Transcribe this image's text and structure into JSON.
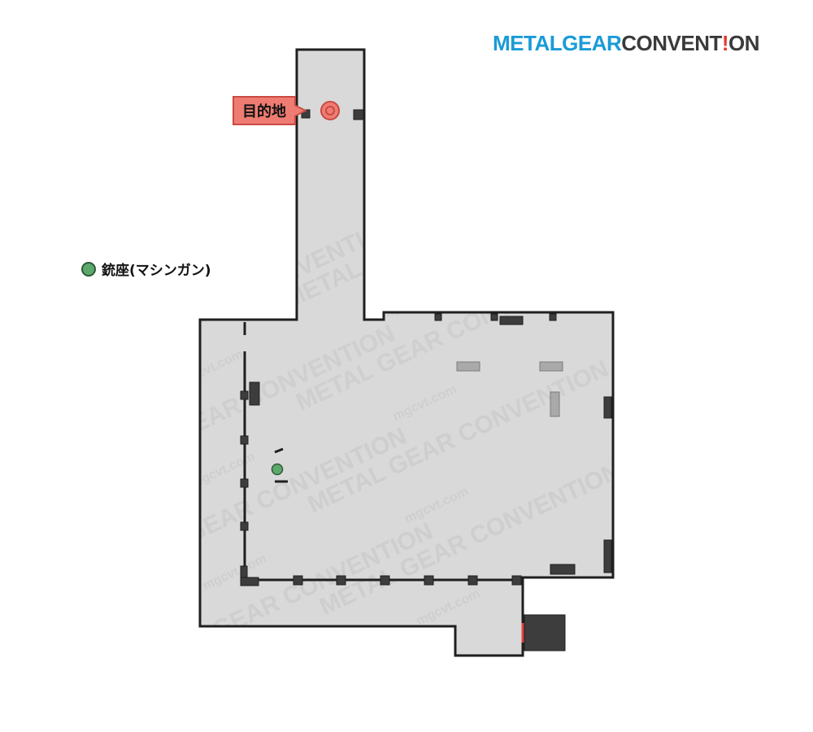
{
  "logo": {
    "part1": "METAL",
    "part2": "GEAR",
    "part3": "CONVENT",
    "part4": "!",
    "part5": "ON"
  },
  "legend": {
    "items": [
      {
        "label": "銃座(マシンガン)",
        "color": "#5ea86e",
        "icon": "green-circle-icon"
      }
    ]
  },
  "destination": {
    "label": "目的地",
    "color": "#ef7c72",
    "icon": "target-icon"
  },
  "watermark": {
    "brand": "METAL GEAR CONVENTION",
    "site": "mgcvt.com"
  },
  "colors": {
    "floor": "#d9d9d9",
    "wall": "#1f1f1f",
    "obstacle": "#3d3d3d",
    "light_obstacle": "#a9a9a9",
    "door": "#e04040"
  }
}
